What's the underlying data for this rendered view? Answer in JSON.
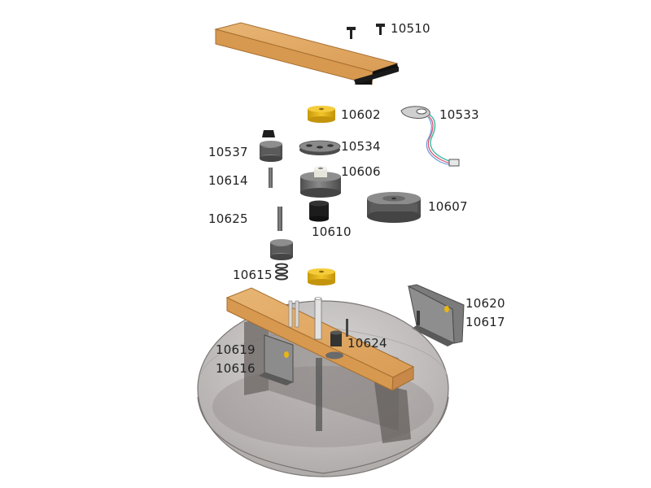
{
  "parts": {
    "p10510": "10510",
    "p10602": "10602",
    "p10533": "10533",
    "p10537": "10537",
    "p10534": "10534",
    "p10606": "10606",
    "p10614": "10614",
    "p10607": "10607",
    "p10625": "10625",
    "p10610": "10610",
    "p10615": "10615",
    "p10620": "10620",
    "p10617": "10617",
    "p10619": "10619",
    "p10616": "10616",
    "p10624": "10624"
  },
  "colors": {
    "wood": "#e0a561",
    "wood_dark": "#b97b3a",
    "grey_part": "#6b6b6b",
    "grey_light": "#9a9a9a",
    "yellow_part": "#e7b615",
    "dome": "#9e9a98",
    "black_part": "#222222"
  }
}
